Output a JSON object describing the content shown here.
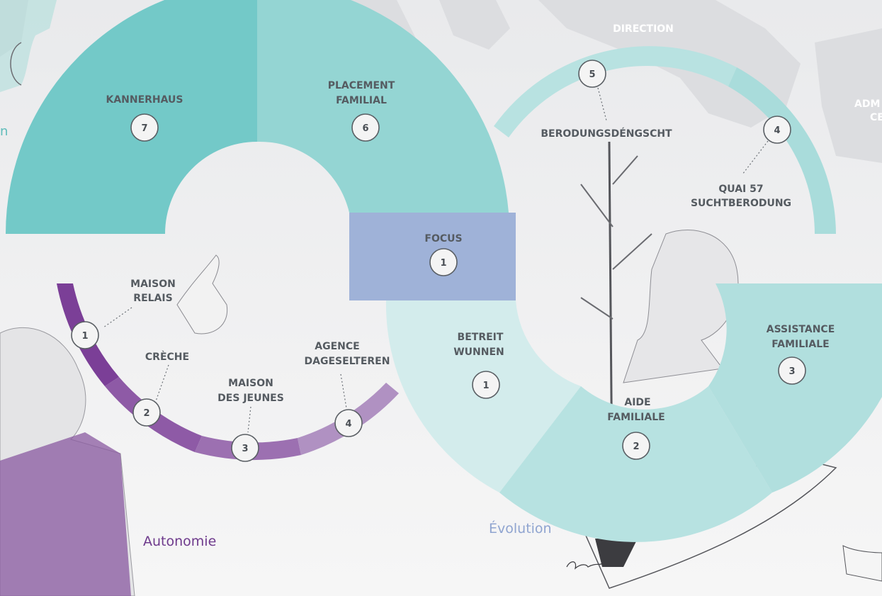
{
  "colors": {
    "teal_dark": "#73c9c8",
    "teal_mid": "#94d5d3",
    "teal_light": "#b7e2e1",
    "teal_pale": "#d3ecec",
    "blue": "#9fb2d8",
    "purple_1": "#7b3f97",
    "purple_2": "#8e5aa6",
    "purple_3": "#9c70b1",
    "purple_4": "#b091c2",
    "label": "#555b61"
  },
  "background_labels": {
    "direction": "DIRECTION",
    "adm_fragment": "ADM",
    "ce_fragment": "CE",
    "left_fragment": "n"
  },
  "top_arc": {
    "kannerhaus": {
      "lines": [
        "KANNERHAUS"
      ],
      "number": "7"
    },
    "placement": {
      "lines": [
        "PLACEMENT",
        "FAMILIAL"
      ],
      "number": "6"
    }
  },
  "focus": {
    "lines": [
      "FOCUS"
    ],
    "number": "1"
  },
  "upper_right_arc": {
    "berodung": {
      "lines": [
        "BERODUNGSDÉNGSCHT"
      ],
      "number": "5"
    },
    "quai": {
      "lines": [
        "QUAI 57",
        "SUCHTBERODUNG"
      ],
      "number": "4"
    }
  },
  "autonomie": {
    "category": "Autonomie",
    "items": [
      {
        "lines": [
          "MAISON",
          "RELAIS"
        ],
        "number": "1"
      },
      {
        "lines": [
          "CRÈCHE"
        ],
        "number": "2"
      },
      {
        "lines": [
          "MAISON",
          "DES JEUNES"
        ],
        "number": "3"
      },
      {
        "lines": [
          "AGENCE",
          "DAGESELTEREN"
        ],
        "number": "4"
      }
    ]
  },
  "evolution": {
    "category": "Évolution",
    "items": [
      {
        "lines": [
          "BETREIT",
          "WUNNEN"
        ],
        "number": "1"
      },
      {
        "lines": [
          "AIDE",
          "FAMILIALE"
        ],
        "number": "2"
      },
      {
        "lines": [
          "ASSISTANCE",
          "FAMILIALE"
        ],
        "number": "3"
      }
    ]
  }
}
